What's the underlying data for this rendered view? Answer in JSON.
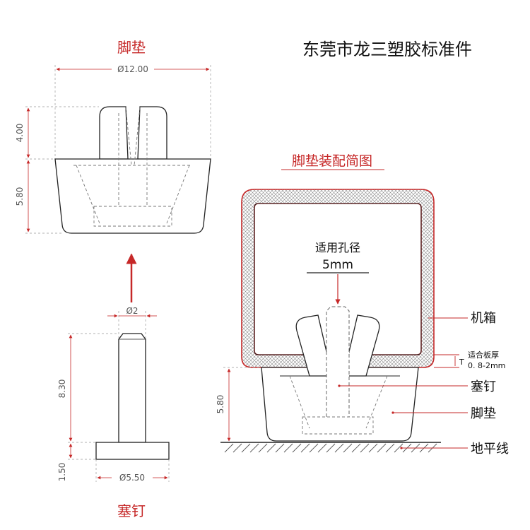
{
  "company_title": "东莞市龙三塑胶标准件",
  "foot_pad": {
    "title": "脚垫",
    "dim_diameter": "Ø12.00",
    "dim_top_height": "4.00",
    "dim_body_height": "5.80"
  },
  "plug_pin": {
    "title": "塞钉",
    "dim_shaft_diameter": "Ø2",
    "dim_shaft_height": "8.30",
    "dim_head_height": "1.50",
    "dim_head_diameter": "Ø5.50"
  },
  "assembly": {
    "title": "脚垫装配简图",
    "hole_label": "适用孔径",
    "hole_size": "5mm",
    "label_chassis": "机箱",
    "label_plate_1": "适合板厚",
    "label_plate_2": "0. 8-2mm",
    "label_plate_symbol": "T",
    "label_pin": "塞钉",
    "label_pad": "脚垫",
    "label_ground": "地平线",
    "dim_height": "5.80"
  },
  "colors": {
    "accent_red": "#c62828",
    "line_black": "#222222",
    "hatch_gray": "#8a8a8a"
  }
}
